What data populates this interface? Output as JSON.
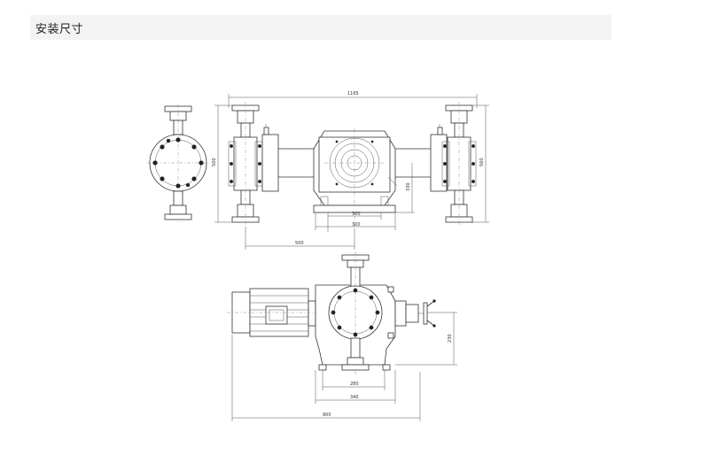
{
  "section": {
    "title": "安装尺寸"
  },
  "dimensions": {
    "overall_width_top": "1165",
    "height_left": "500",
    "height_right": "560",
    "side_height": "330",
    "base_300a": "300",
    "base_300b": "300",
    "offset_500": "500",
    "side_230": "230",
    "base_280": "280",
    "base_340": "340",
    "overall_900": "900"
  }
}
